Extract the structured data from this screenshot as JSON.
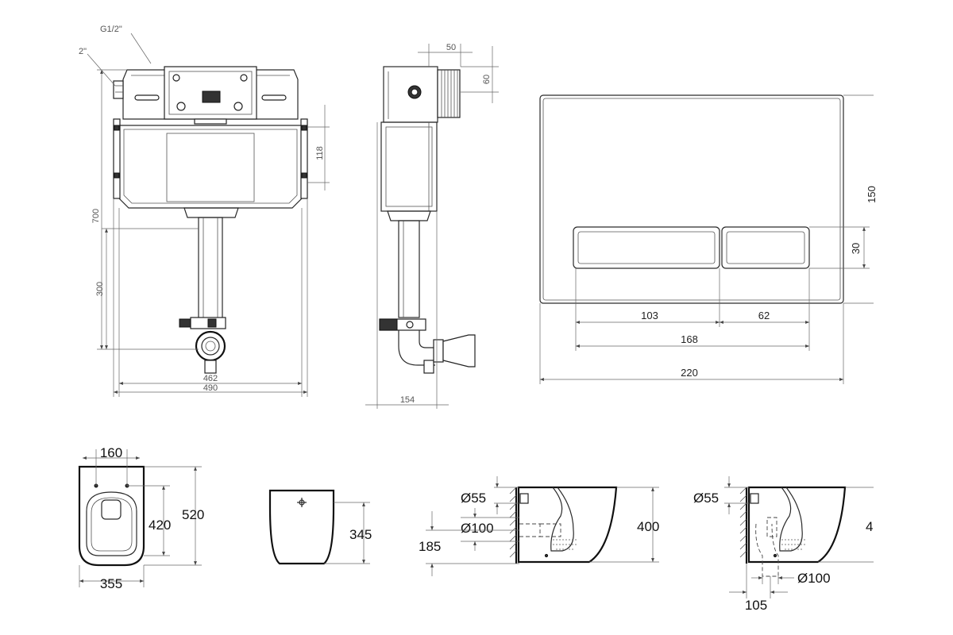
{
  "cistern": {
    "label_thread_top": "G1/2\"",
    "label_thread_side": "2\"",
    "dim_height_total": "700",
    "dim_height_lower": "300",
    "dim_width_inner": "462",
    "dim_width_outer": "490",
    "dim_bracket": "118"
  },
  "side_view": {
    "dim_top_width": "50",
    "dim_top_height": "60",
    "dim_depth": "154"
  },
  "flush_plate": {
    "dim_height": "150",
    "dim_button_height": "30",
    "dim_button_left": "103",
    "dim_button_right": "62",
    "dim_buttons_total": "168",
    "dim_plate_width": "220"
  },
  "toilet_top": {
    "dim_holes": "160",
    "dim_bowl_length": "420",
    "dim_total_length": "520",
    "dim_width": "355"
  },
  "toilet_back": {
    "dim_height": "345"
  },
  "toilet_side_a": {
    "dim_water_inlet": "Ø55",
    "dim_outlet": "Ø100",
    "dim_outlet_height": "185",
    "dim_height": "400"
  },
  "toilet_side_b": {
    "dim_water_inlet": "Ø55",
    "dim_outlet": "Ø100",
    "dim_offset": "105",
    "dim_height": "4"
  }
}
